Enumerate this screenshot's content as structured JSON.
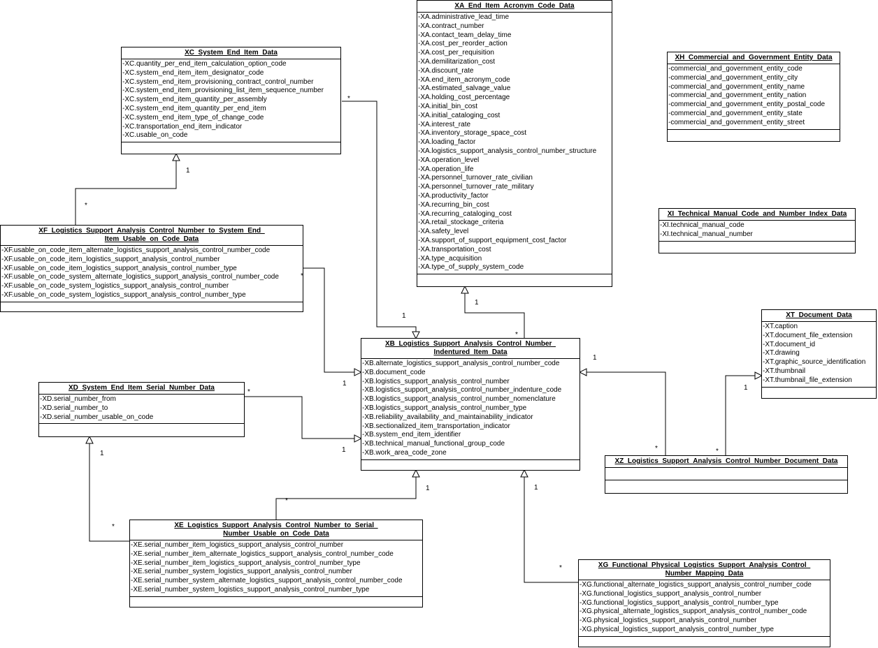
{
  "classes": {
    "xa": {
      "title": "XA_End_Item_Acronym_Code_Data",
      "attributes": [
        "-XA.administrative_lead_time",
        "-XA.contract_number",
        "-XA.contact_team_delay_time",
        "-XA.cost_per_reorder_action",
        "-XA.cost_per_requisition",
        "-XA.demilitarization_cost",
        "-XA.discount_rate",
        "-XA.end_item_acronym_code",
        "-XA.estimated_salvage_value",
        "-XA.holding_cost_percentage",
        "-XA.initial_bin_cost",
        "-XA.initial_cataloging_cost",
        "-XA.interest_rate",
        "-XA.inventory_storage_space_cost",
        "-XA.loading_factor",
        "-XA.logistics_support_analysis_control_number_structure",
        "-XA.operation_level",
        "-XA.operation_life",
        "-XA.personnel_turnover_rate_civilian",
        "-XA.personnel_turnover_rate_military",
        "-XA.productivity_factor",
        "-XA.recurring_bin_cost",
        "-XA.recurring_cataloging_cost",
        "-XA.retail_stockage_criteria",
        "-XA.safety_level",
        "-XA.support_of_support_equipment_cost_factor",
        "-XA.transportation_cost",
        "-XA.type_acquisition",
        "-XA.type_of_supply_system_code"
      ]
    },
    "xc": {
      "title": "XC_System_End_Item_Data",
      "attributes": [
        "-XC.quantity_per_end_item_calculation_option_code",
        "-XC.system_end_item_item_designator_code",
        "-XC.system_end_item_provisioning_contract_control_number",
        "-XC.system_end_item_provisioning_list_item_sequence_number",
        "-XC.system_end_item_quantity_per_assembly",
        "-XC.system_end_item_quantity_per_end_item",
        "-XC.system_end_item_type_of_change_code",
        "-XC.transportation_end_item_indicator",
        "-XC.usable_on_code"
      ]
    },
    "xh": {
      "title": "XH_Commercial_and_Government_Entity_Data",
      "attributes": [
        "-commercial_and_government_entity_code",
        "-commercial_and_government_entity_city",
        "-commercial_and_government_entity_name",
        "-commercial_and_government_entity_nation",
        "-commercial_and_government_entity_postal_code",
        "-commercial_and_government_entity_state",
        "-commercial_and_government_entity_street"
      ]
    },
    "xi": {
      "title": "XI_Technical_Manual_Code_and_Number_Index_Data",
      "attributes": [
        "-XI.technical_manual_code",
        "-XI.technical_manual_number"
      ]
    },
    "xf": {
      "title": "XF_Logistics_Support_Analysis_Control_Number_to_System_End_\nItem_Usable_on_Code_Data",
      "attributes": [
        "-XF.usable_on_code_item_alternate_logistics_support_analysis_control_number_code",
        "-XF.usable_on_code_item_logistics_support_analysis_control_number",
        "-XF.usable_on_code_item_logistics_support_analysis_control_number_type",
        "-XF.usable_on_code_system_alternate_logistics_support_analysis_control_number_code",
        "-XF.usable_on_code_system_logistics_support_analysis_control_number",
        "-XF.usable_on_code_system_logistics_support_analysis_control_number_type"
      ]
    },
    "xt": {
      "title": "XT_Document_Data",
      "attributes": [
        "-XT.caption",
        "-XT.document_file_extension",
        "-XT.document_id",
        "-XT.drawing",
        "-XT.graphic_source_identification",
        "-XT.thumbnail",
        "-XT.thumbnail_file_extension"
      ]
    },
    "xb": {
      "title": "XB_Logistics_Support_Analysis_Control_Number_\nIndentured_Item_Data",
      "attributes": [
        "-XB.alternate_logistics_support_analysis_control_number_code",
        "-XB.document_code",
        "-XB.logistics_support_analysis_control_number",
        "-XB.logistics_support_analysis_control_number_indenture_code",
        "-XB.logistics_support_analysis_control_number_nomenclature",
        "-XB.logistics_support_analysis_control_number_type",
        "-XB.reliability_availability_and_maintainability_indicator",
        "-XB.sectionalized_item_transportation_indicator",
        "-XB.system_end_item_identifier",
        "-XB.technical_manual_functional_group_code",
        "-XB.work_area_code_zone"
      ]
    },
    "xd": {
      "title": "XD_System_End_Item_Serial_Number_Data",
      "attributes": [
        "-XD.serial_number_from",
        "-XD.serial_number_to",
        "-XD.serial_number_usable_on_code"
      ]
    },
    "xz": {
      "title": "XZ_Logistics_Support_Analysis_Control_Number_Document_Data",
      "attributes": []
    },
    "xe": {
      "title": "XE_Logistics_Support_Analysis_Control_Number_to_Serial_\nNumber_Usable_on_Code_Data",
      "attributes": [
        "-XE.serial_number_item_logistics_support_analysis_control_number",
        "-XE.serial_number_item_alternate_logistics_support_analysis_control_number_code",
        "-XE.serial_number_item_logistics_support_analysis_control_number_type",
        "-XE.serial_number_system_logistics_support_analysis_control_number",
        "-XE.serial_number_system_alternate_logistics_support_analysis_control_number_code",
        "-XE.serial_number_system_logistics_support_analysis_control_number_type"
      ]
    },
    "xg": {
      "title": "XG_Functional_Physical_Logistics_Support_Analysis_Control_\nNumber_Mapping_Data",
      "attributes": [
        "-XG.functional_alternate_logistics_support_analysis_control_number_code",
        "-XG.functional_logistics_support_analysis_control_number",
        "-XG.functional_logistics_support_analysis_control_number_type",
        "-XG.physical_alternate_logistics_support_analysis_control_number_code",
        "-XG.physical_logistics_support_analysis_control_number",
        "-XG.physical_logistics_support_analysis_control_number_type"
      ]
    }
  },
  "multiplicities": {
    "xc_xb_star": "*",
    "xc_xb_one": "1",
    "xf_xc_star": "*",
    "xf_xc_one": "1",
    "xf_xb_star": "*",
    "xf_xb_one": "1",
    "xb_xa_star": "*",
    "xb_xa_one": "1",
    "xd_xb_star": "*",
    "xd_xb_one": "1",
    "xe_xd_star": "*",
    "xe_xd_one": "1",
    "xe_xb_star": "*",
    "xe_xb_one": "1",
    "xg_xb_star": "*",
    "xg_xb_one": "1",
    "xz_xb_star": "*",
    "xz_xb_one": "1",
    "xz_xt_star": "*",
    "xz_xt_one": "1"
  }
}
